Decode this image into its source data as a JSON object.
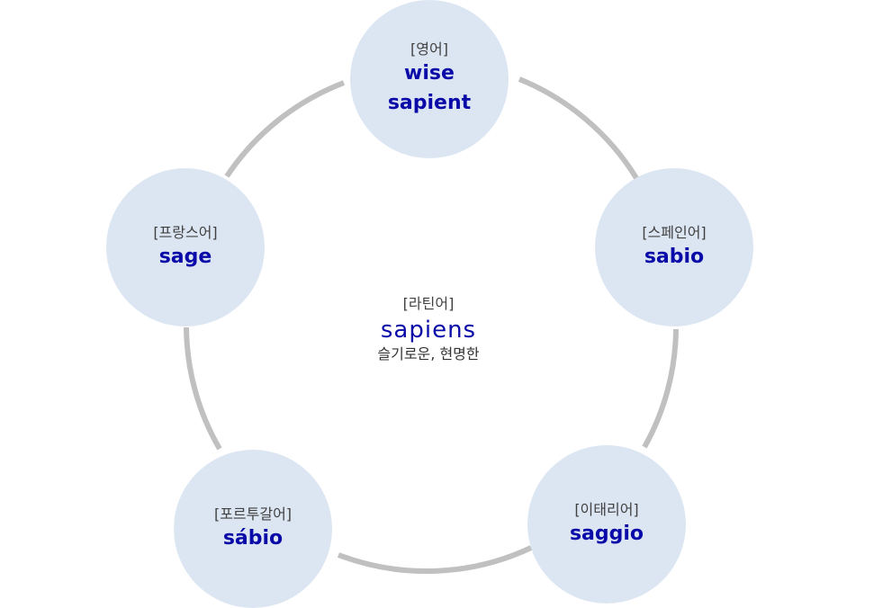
{
  "colors": {
    "ring": "#c0c0c0",
    "node_fill": "#dce6f2",
    "word_text": "#0a0aa8",
    "label_text": "#404040"
  },
  "center": {
    "language": "[라틴어]",
    "word": "sapiens",
    "meaning": "슬기로운, 현명한"
  },
  "nodes": {
    "english": {
      "language": "[영어]",
      "words": [
        "wise",
        "sapient"
      ]
    },
    "spanish": {
      "language": "[스페인어]",
      "words": [
        "sabio"
      ]
    },
    "french": {
      "language": "[프랑스어]",
      "words": [
        "sage"
      ]
    },
    "italian": {
      "language": "[이태리어]",
      "words": [
        "saggio"
      ]
    },
    "portuguese": {
      "language": "[포르투갈어]",
      "words": [
        "sábio"
      ]
    }
  }
}
